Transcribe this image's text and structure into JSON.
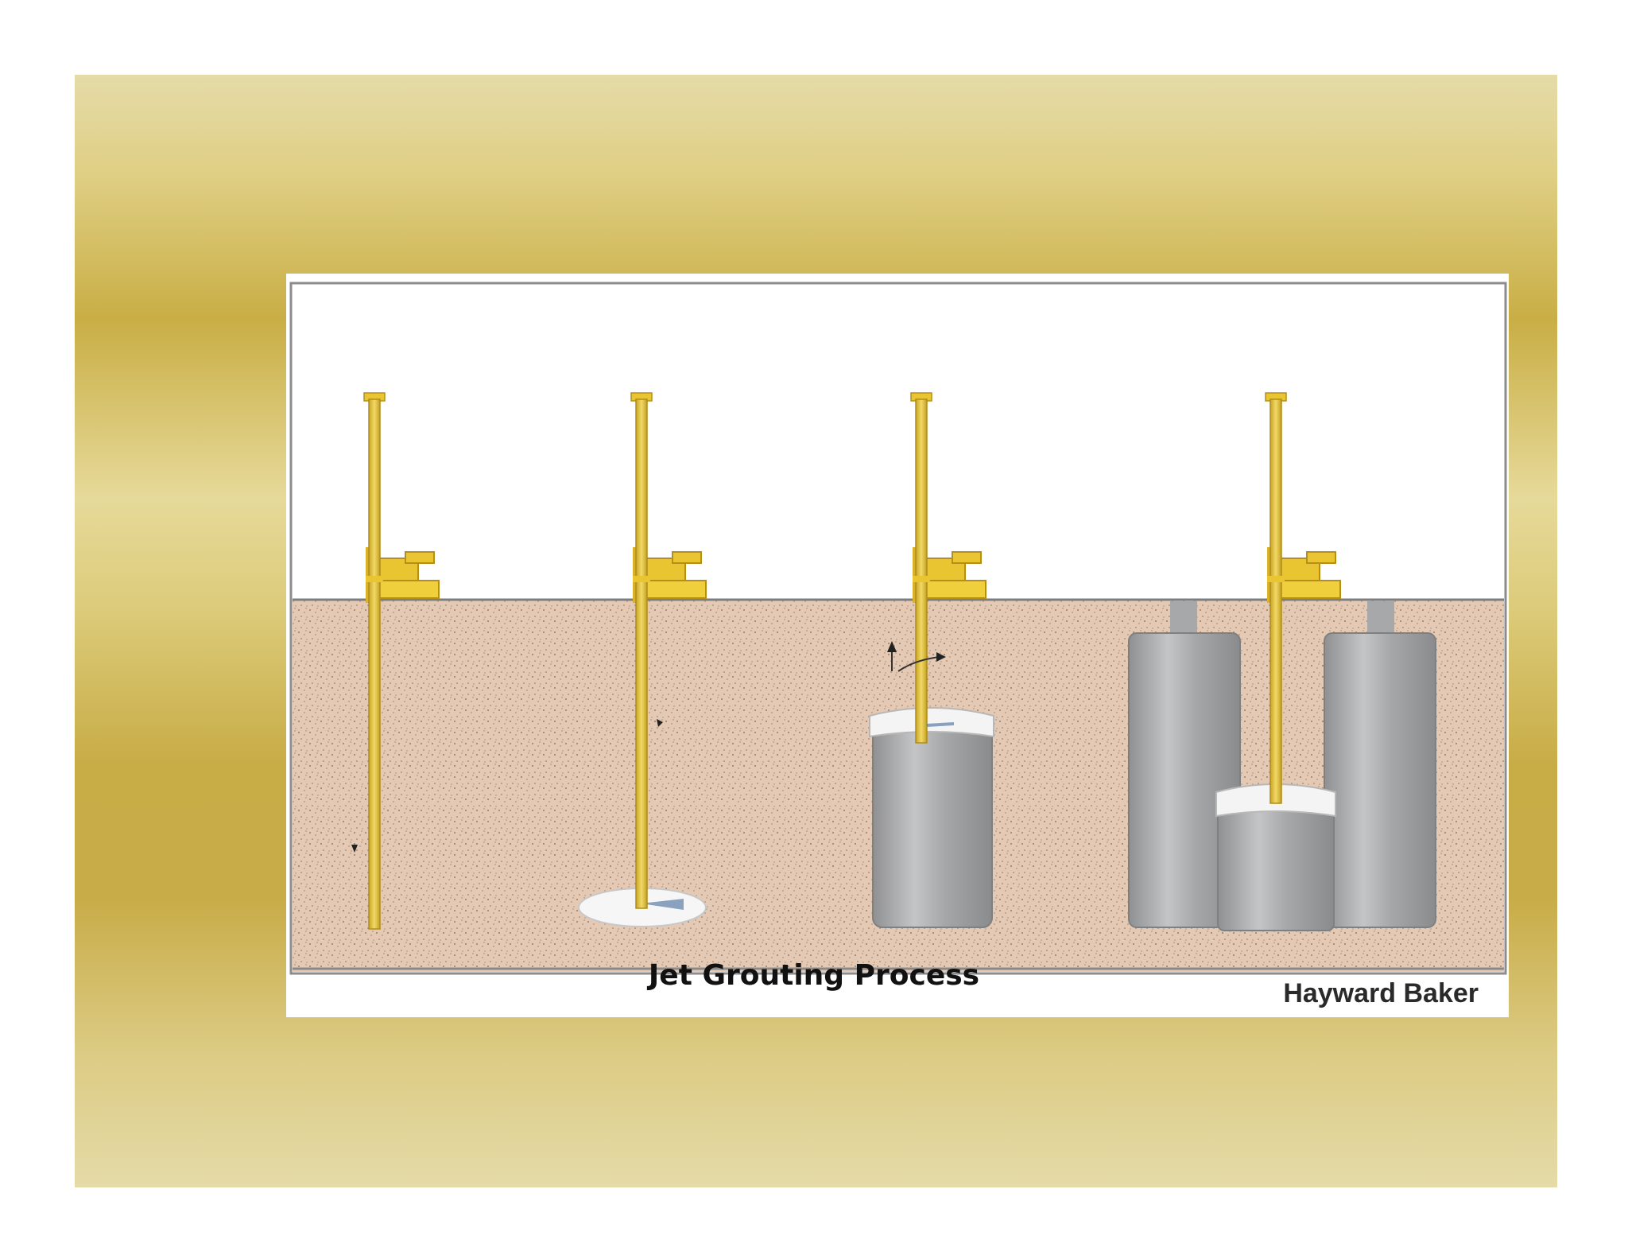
{
  "caption": "Jet Grouting Process",
  "credit": "Hayward Baker",
  "steps": [
    {
      "stage": "drilling",
      "column": null
    },
    {
      "stage": "jetting-start",
      "column": null
    },
    {
      "stage": "lifting-rotating",
      "column": "partial"
    },
    {
      "stage": "adjacent-column",
      "column": "complete"
    }
  ],
  "colors": {
    "slide_gold": "#cdb24d",
    "rig_yellow": "#e8c531",
    "soil": "#e4c7b0",
    "grout_column": "#a9aaac",
    "sky": "#ffffff"
  }
}
